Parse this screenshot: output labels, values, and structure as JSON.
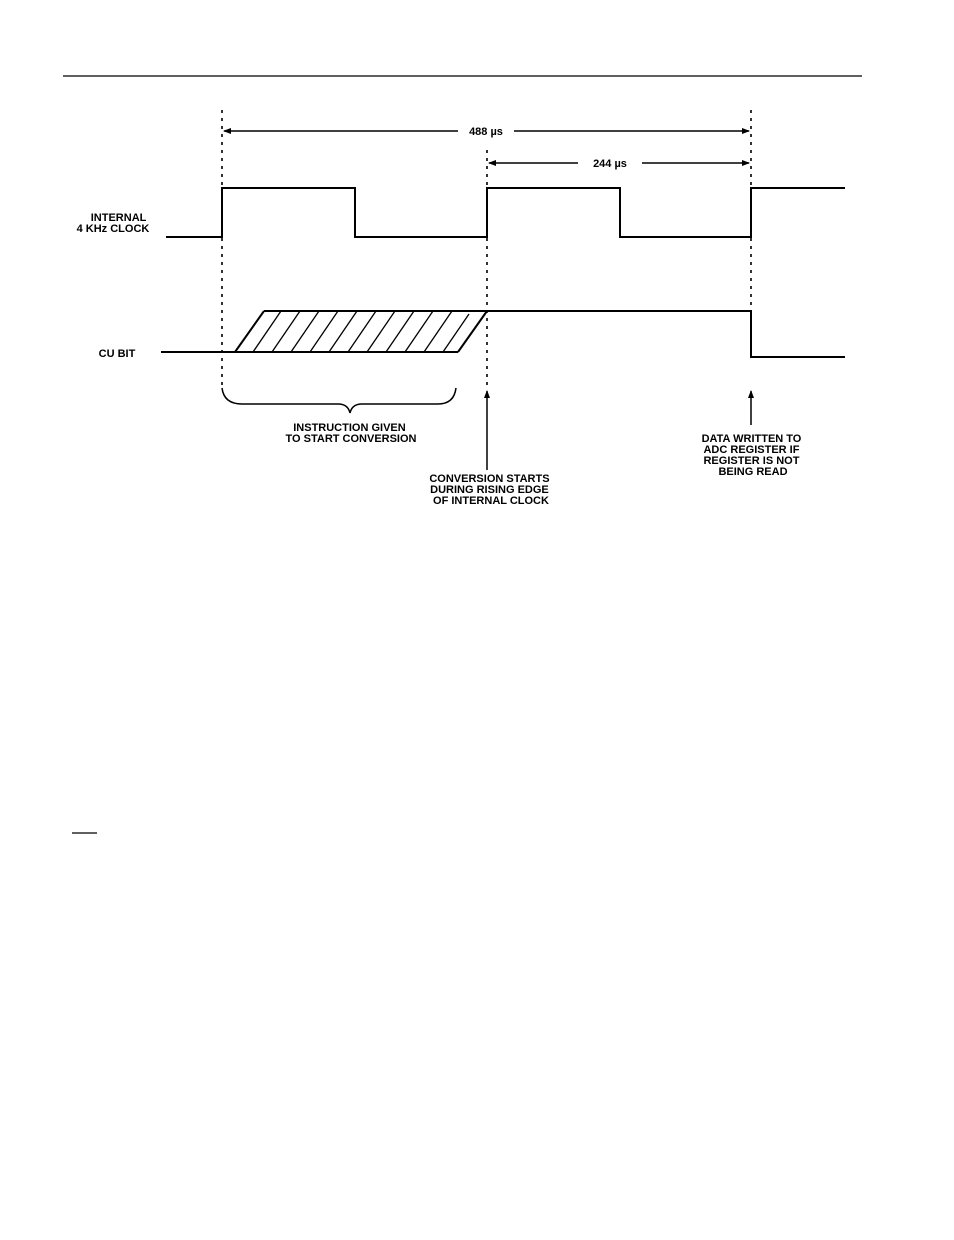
{
  "diagram": {
    "dimensions": {
      "outer_period": "488 µs",
      "half_period": "244 µs"
    },
    "signals": {
      "clock_label": [
        "INTERNAL",
        "4 KHz CLOCK"
      ],
      "cu_bit_label": "CU BIT"
    },
    "annotations": {
      "instruction": [
        "INSTRUCTION GIVEN",
        "TO START CONVERSION"
      ],
      "conversion_start": [
        "CONVERSION STARTS",
        "DURING RISING EDGE",
        "OF INTERNAL CLOCK"
      ],
      "data_written": [
        "DATA WRITTEN TO",
        "ADC REGISTER IF",
        "REGISTER IS NOT",
        "BEING READ"
      ]
    }
  }
}
